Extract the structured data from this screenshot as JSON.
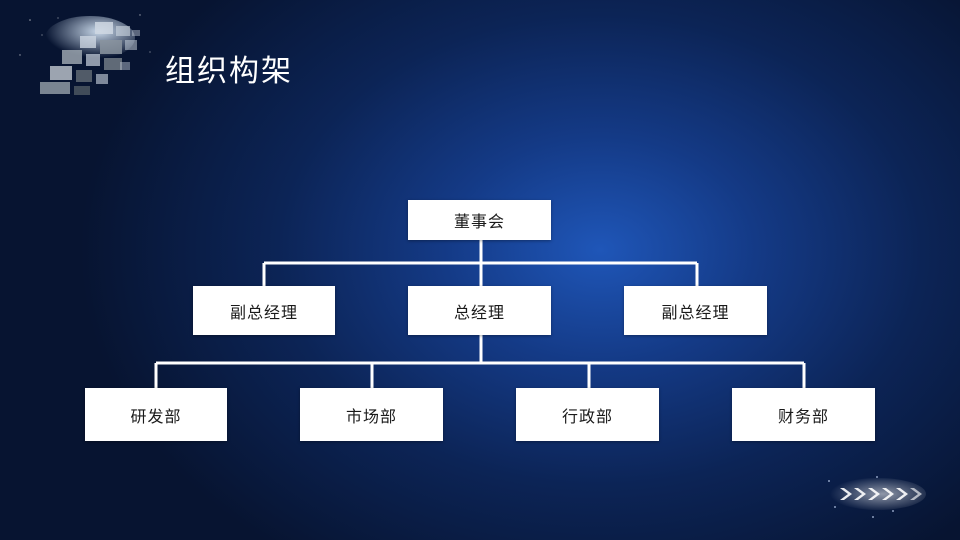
{
  "slide": {
    "title": "组织构架"
  },
  "org": {
    "board": "董事会",
    "vp_left": "副总经理",
    "gm": "总经理",
    "vp_right": "副总经理",
    "departments": [
      "研发部",
      "市场部",
      "行政部",
      "财务部"
    ]
  },
  "colors": {
    "background_center": "#1f56b8",
    "background_edge": "#071431",
    "box_fill": "#ffffff",
    "connector": "#ffffff",
    "title_text": "#ffffff"
  }
}
